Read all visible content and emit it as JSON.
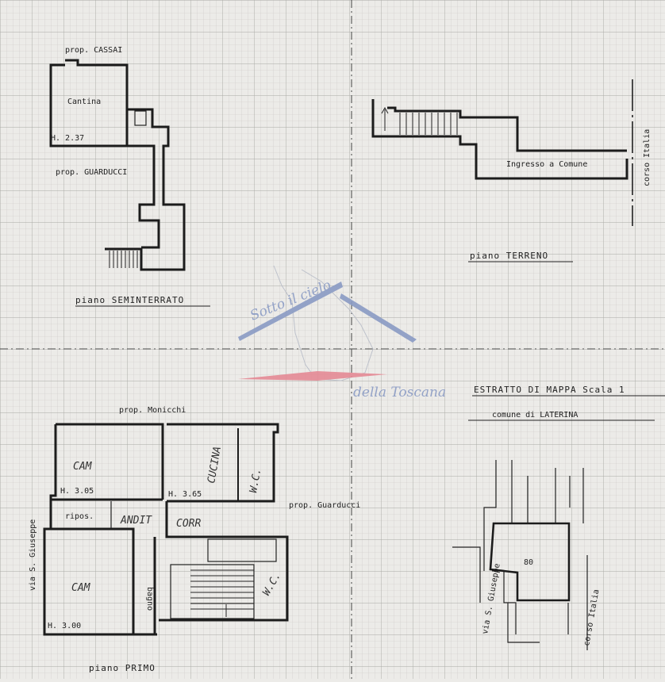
{
  "plan_seminterrato": {
    "title": "piano SEMINTERRATO",
    "neighbor_top": "prop. CASSAI",
    "neighbor_left": "prop. GUARDUCCI",
    "room": "Cantina",
    "height": "H. 2.37"
  },
  "plan_terreno": {
    "title": "piano TERRENO",
    "room": "Ingresso a Comune",
    "street": "corso Italia"
  },
  "plan_primo": {
    "title": "piano PRIMO",
    "neighbor_top": "prop. Monicchi",
    "neighbor_right": "prop. Guarducci",
    "street": "via S. Giuseppe",
    "rooms": {
      "cam_top": "CAM",
      "cucina": "CUCINA",
      "wc": "W.C.",
      "ripos": "ripos.",
      "andit": "ANDIT",
      "corr": "CORR",
      "cam_bottom": "CAM",
      "bagno": "bagno",
      "wc2": "W.C."
    },
    "heights": {
      "cam_top": "H. 3.05",
      "cucina": "H. 3.65",
      "cam_bottom": "H. 3.00"
    }
  },
  "mappa": {
    "title": "ESTRATTO DI MAPPA  Scala 1",
    "subtitle": "comune  di  LATERINA",
    "parcel": "80",
    "street_left": "via S. Giuseppe",
    "street_right": "corso Italia"
  },
  "watermark": {
    "line1": "Sotto il cielo",
    "line2": "della Toscana",
    "colors": {
      "blue": "#8a9bc4",
      "red": "#e58a95"
    }
  }
}
